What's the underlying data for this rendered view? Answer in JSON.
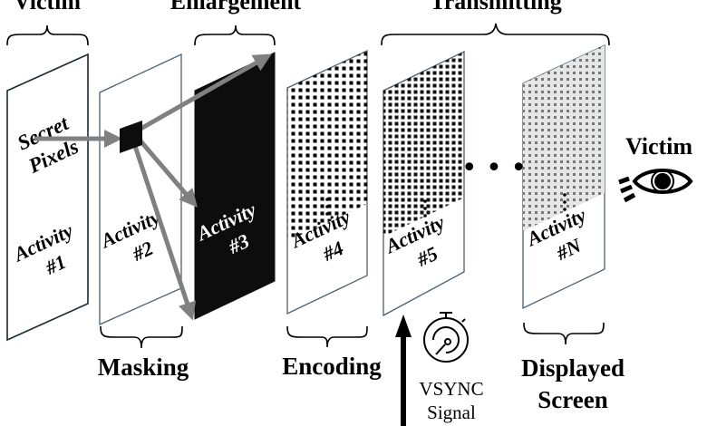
{
  "diagram": {
    "stage_labels": {
      "victim_top": "Victim",
      "enlargement": "Enlargement",
      "transmitting": "Transmitting",
      "masking": "Masking",
      "encoding": "Encoding",
      "displayed": [
        "Displayed",
        "Screen"
      ],
      "victim_right": "Victim"
    },
    "panels": [
      {
        "id": "activity-1",
        "title": "Activity",
        "num": "#1",
        "extra": [
          "Secret",
          "Pixels"
        ],
        "style": "white"
      },
      {
        "id": "activity-2",
        "title": "Activity",
        "num": "#2",
        "style": "white-mask"
      },
      {
        "id": "activity-3",
        "title": "Activity",
        "num": "#3",
        "style": "black"
      },
      {
        "id": "activity-4",
        "title": "Activity",
        "num": "#4",
        "style": "dots-black"
      },
      {
        "id": "activity-5",
        "title": "Activity",
        "num": "#5",
        "style": "dots-dense"
      },
      {
        "id": "activity-n",
        "title": "Activity",
        "num": "#N",
        "style": "dots-gray"
      }
    ],
    "ellipsis": "• • •",
    "vsync": [
      "VSYNC",
      "Signal"
    ],
    "icons": [
      "eye-icon",
      "stopwatch-icon",
      "up-arrow-icon"
    ],
    "colors": {
      "arrow": "#808080",
      "panel_border": "#4a6070",
      "black": "#0d0d0d"
    }
  }
}
